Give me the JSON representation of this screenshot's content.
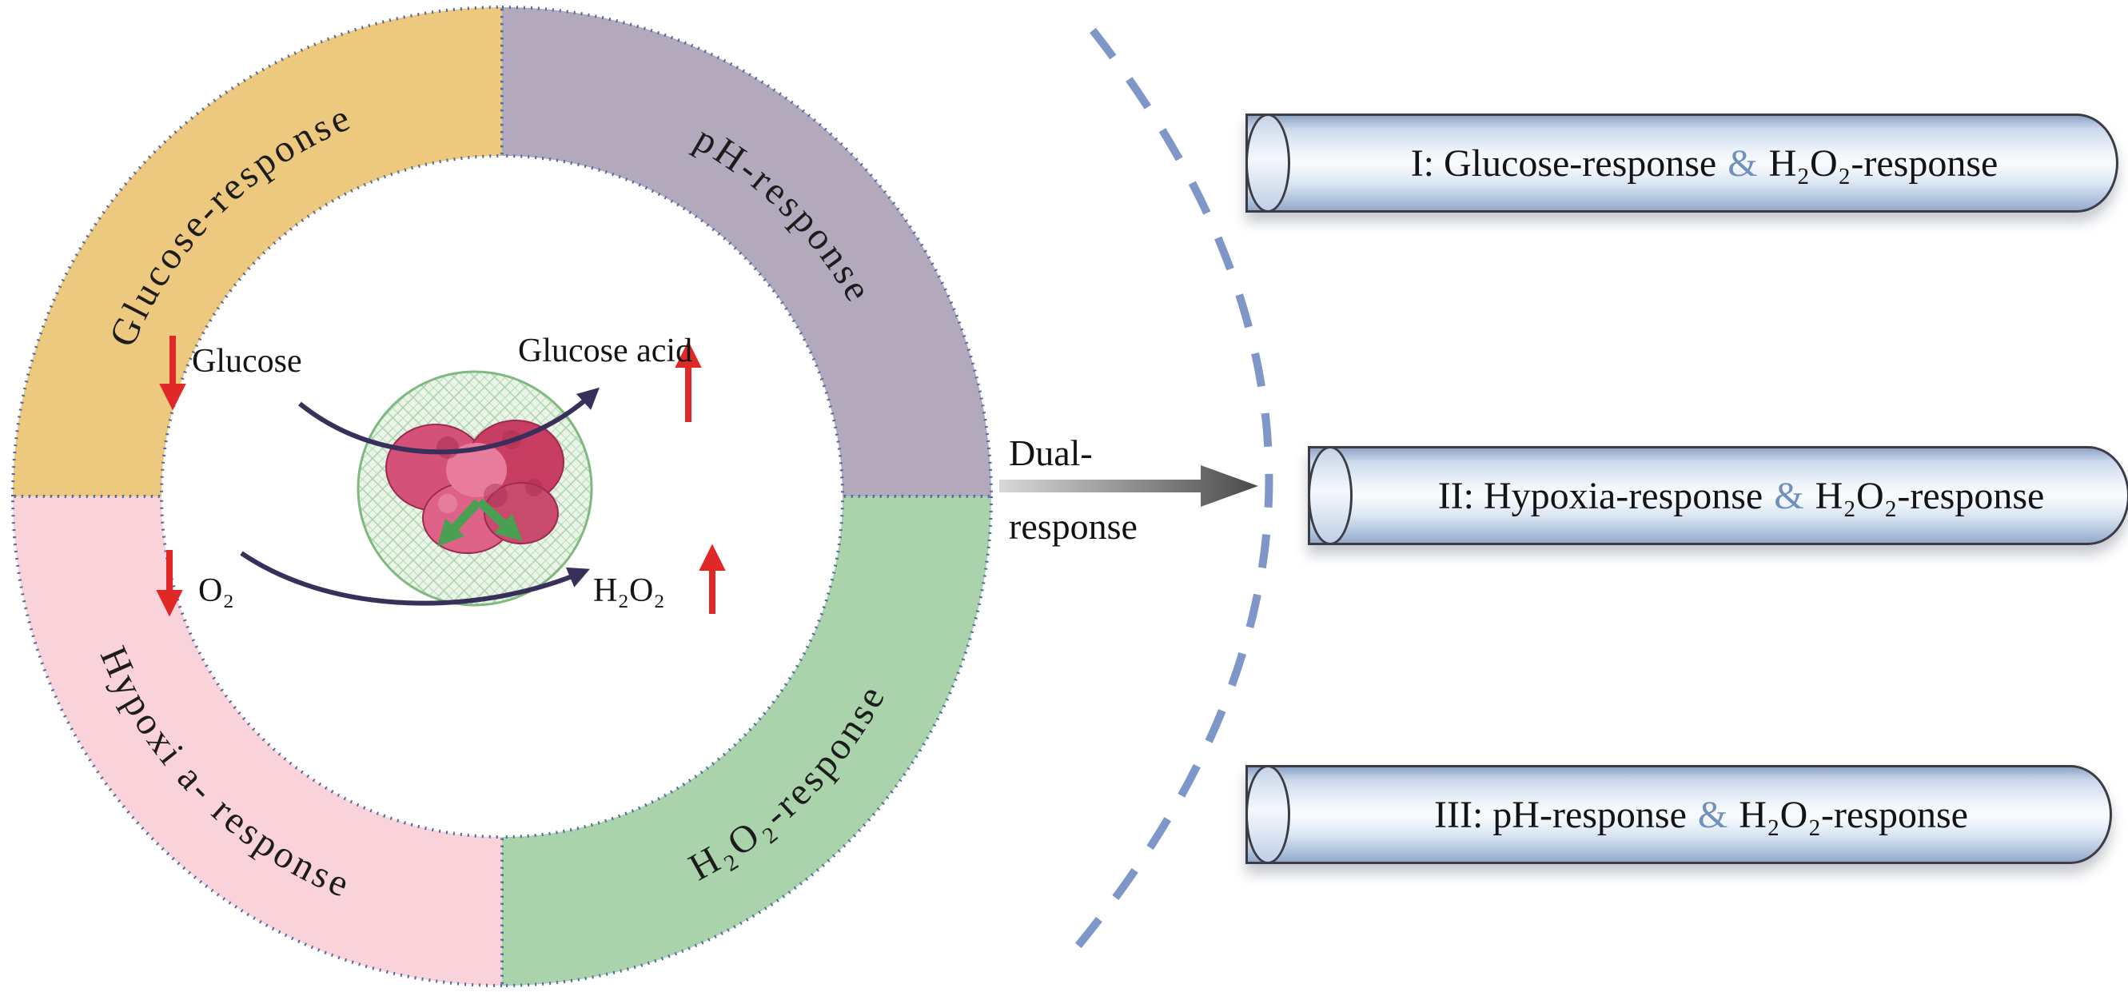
{
  "ring": {
    "segments": [
      {
        "name": "glucose",
        "label": "Glucose-response",
        "color": "#ecc97e"
      },
      {
        "name": "ph",
        "label": "pH-response",
        "color": "#b3a9bd"
      },
      {
        "name": "hypoxia",
        "label": "Hypoxi a- response",
        "color": "#fad3da"
      },
      {
        "name": "h2o2",
        "label": "H₂O₂-response",
        "color": "#aad3ab"
      }
    ]
  },
  "core": {
    "glucose_label": "Glucose",
    "glucose_acid_label": "Glucose acid",
    "o2_label": "O₂",
    "h2o2_label": "H₂O₂"
  },
  "dual_arrow": {
    "line1": "Dual-",
    "line2": "response"
  },
  "tubes": [
    {
      "prefix": "I: Glucose-response",
      "amp": "&",
      "suffix": "H₂O₂-response"
    },
    {
      "prefix": "II: Hypoxia-response",
      "amp": "&",
      "suffix": "H₂O₂-response"
    },
    {
      "prefix": "III: pH-response",
      "amp": "&",
      "suffix": "H₂O₂-response"
    }
  ],
  "colors": {
    "dash_arc": "#7e97c8",
    "dotted_border": "#4f6aa3",
    "red_arrow": "#e02828",
    "dark_arrow": "#38305a",
    "green_arrow": "#4aa052",
    "amp_blue": "#7191bd"
  }
}
